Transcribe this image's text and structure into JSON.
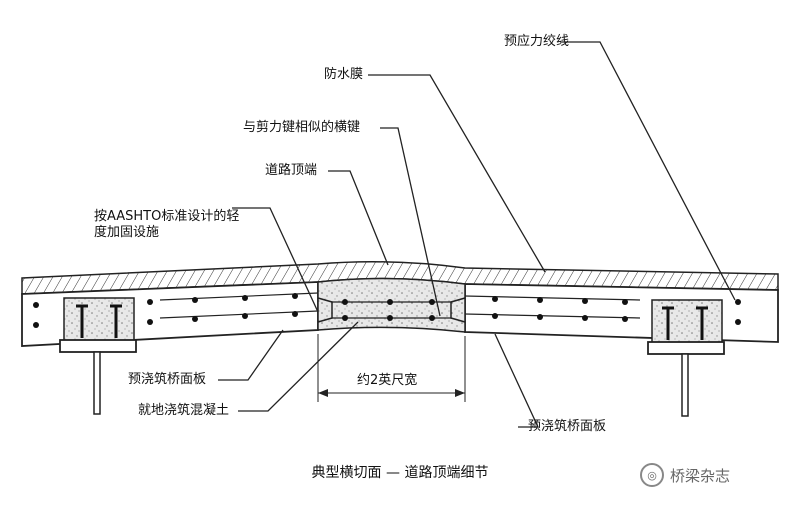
{
  "labels": {
    "prestress_strand": "预应力绞线",
    "waterproof_membrane": "防水膜",
    "shear_key": "与剪力键相似的横键",
    "crown": "道路顶端",
    "aashto": "按AASHTO标准设计的轻度加固设施",
    "precast_deck_left": "预浇筑桥面板",
    "cast_in_place": "就地浇筑混凝土",
    "precast_deck_right": "预浇筑桥面板",
    "width": "约2英尺宽"
  },
  "caption": "典型横切面 — 道路顶端细节",
  "brand": {
    "text": "桥梁杂志",
    "icon": "wechat-icon"
  }
}
